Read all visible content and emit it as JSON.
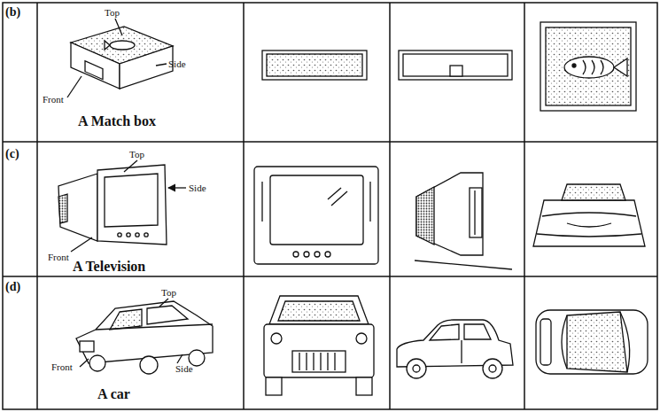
{
  "diagram": {
    "labels": [
      "(b)",
      "Top",
      "Front",
      "Side",
      "A Match box",
      "(c)",
      "Top",
      "Side",
      "Front",
      "A Television",
      "(d)",
      "Top",
      "Front",
      "Side",
      "A car"
    ]
  }
}
